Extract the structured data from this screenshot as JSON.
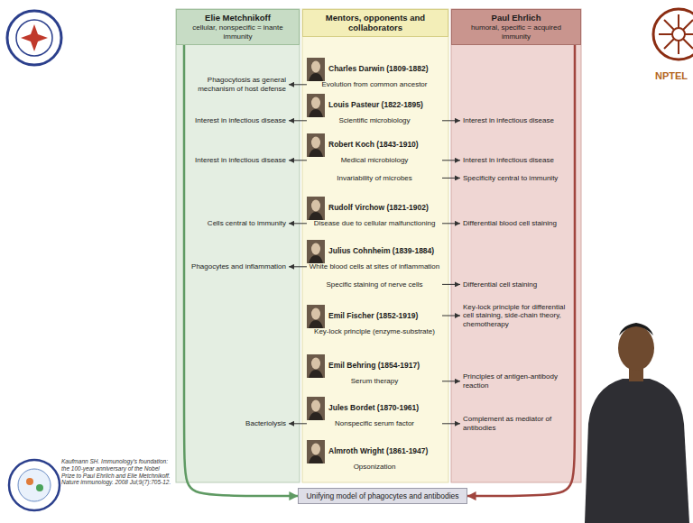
{
  "diagram": {
    "nodes": [
      {
        "text": [
          "Elie Metchnikoff",
          "cellular, nonspecific = inante immunity"
        ]
      },
      {
        "text": [
          "Mentors, opponents and collaborators"
        ]
      },
      {
        "text": [
          "Paul Ehrlich",
          "humoral, specific = acquired immunity"
        ]
      },
      {
        "text": [
          "Phagocytosis as general mechanism of host defense"
        ]
      },
      {
        "text": [
          "Charles Darwin (1809-1882)",
          "Evolution from common ancestor"
        ]
      },
      {
        "text": [
          "Interest in infectious disease"
        ]
      },
      {
        "text": [
          "Louis Pasteur (1822-1895)",
          "Scientific microbiology"
        ]
      },
      {
        "text": [
          "Interest in infectious disease"
        ]
      },
      {
        "text": [
          "Interest in infectious disease"
        ]
      },
      {
        "text": [
          "Robert Koch (1843-1910)",
          "Medical microbiology",
          "Invariability of microbes"
        ]
      },
      {
        "text": [
          "Interest in infectious disease"
        ]
      },
      {
        "text": [
          "Specificity central to immunity"
        ]
      },
      {
        "text": [
          "Cells central to immunity"
        ]
      },
      {
        "text": [
          "Rudolf Virchow (1821-1902)",
          "Disease due to cellular malfunctioning"
        ]
      },
      {
        "text": [
          "Differential blood cell staining"
        ]
      },
      {
        "text": [
          "Phagocytes and inflammation"
        ]
      },
      {
        "text": [
          "Julius Cohnheim (1839-1884)",
          "White blood cells at sites of inflammation",
          "Specific staining of nerve cells"
        ]
      },
      {
        "text": [
          "Differential cell staining"
        ]
      },
      {
        "text": [
          "Emil Fischer (1852-1919)",
          "Key-lock principle (enzyme-substrate)"
        ]
      },
      {
        "text": [
          "Key-lock principle for differential cell staining, side-chain theory, chemotherapy"
        ]
      },
      {
        "text": [
          "Emil Behring (1854-1917)",
          "Serum therapy"
        ]
      },
      {
        "text": [
          "Principles of antigen-antibody reaction"
        ]
      },
      {
        "text": [
          "Bacteriolysis"
        ]
      },
      {
        "text": [
          "Jules Bordet (1870-1961)",
          "Nonspecific serum factor"
        ]
      },
      {
        "text": [
          "Complement as mediator of antibodies"
        ]
      },
      {
        "text": [
          "Almroth Wright (1861-1947)",
          "Opsonization"
        ]
      },
      {
        "text": [
          "Unifying model of phagocytes and antibodies"
        ]
      }
    ],
    "edges": [
      {
        "from": 4,
        "to": 3,
        "arrow": "to"
      },
      {
        "from": 6,
        "to": 5,
        "arrow": "to"
      },
      {
        "from": 6,
        "to": 7,
        "arrow": "to"
      },
      {
        "from": 9,
        "to": 8,
        "arrow": "to"
      },
      {
        "from": 9,
        "to": 10,
        "arrow": "to"
      },
      {
        "from": 9,
        "to": 11,
        "arrow": "to"
      },
      {
        "from": 13,
        "to": 12,
        "arrow": "to"
      },
      {
        "from": 13,
        "to": 14,
        "arrow": "to"
      },
      {
        "from": 16,
        "to": 15,
        "arrow": "to"
      },
      {
        "from": 16,
        "to": 17,
        "arrow": "to"
      },
      {
        "from": 18,
        "to": 19,
        "arrow": "to"
      },
      {
        "from": 20,
        "to": 21,
        "arrow": "to"
      },
      {
        "from": 23,
        "to": 22,
        "arrow": "to"
      },
      {
        "from": 23,
        "to": 24,
        "arrow": "to"
      },
      {
        "from": 0,
        "to": 26,
        "arrow": "to"
      },
      {
        "from": 2,
        "to": 26,
        "arrow": "to"
      }
    ],
    "labels": [
      "NPTEL",
      "Kaufmann SH. Immunology's foundation: the 100-year anniversary of the Nobel Prize to Paul Ehrlich and Elie Metchnikoff. Nature immunology. 2008 Jul;9(7):705-12."
    ]
  }
}
